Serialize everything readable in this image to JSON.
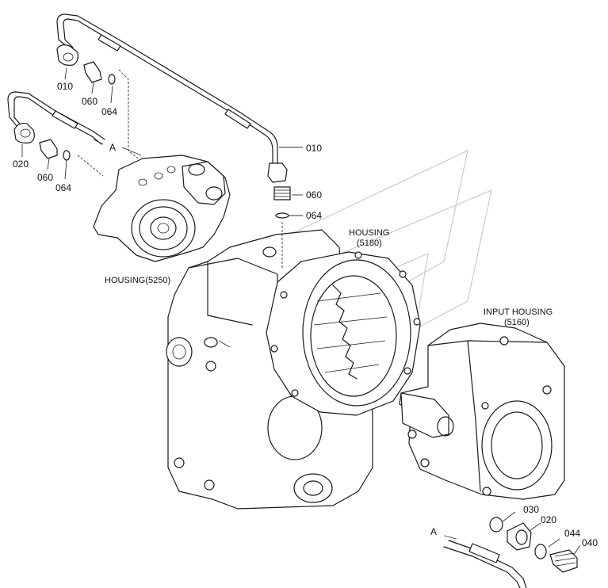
{
  "callouts": {
    "c010_top": "010",
    "c060_top": "060",
    "c064_top": "064",
    "c020_left": "020",
    "c060_left": "060",
    "c064_left": "064",
    "c010_right": "010",
    "c060_right": "060",
    "c064_right": "064",
    "c030": "030",
    "c020_bottom": "020",
    "c044": "044",
    "c040": "040",
    "a_left": "A",
    "a_bottom": "A"
  },
  "labels": {
    "housing_5250": "HOUSING(5250)",
    "housing_5180_line1": "HOUSING",
    "housing_5180_line2": "(5180)",
    "input_housing_line1": "INPUT HOUSING",
    "input_housing_line2": "(5160)"
  }
}
